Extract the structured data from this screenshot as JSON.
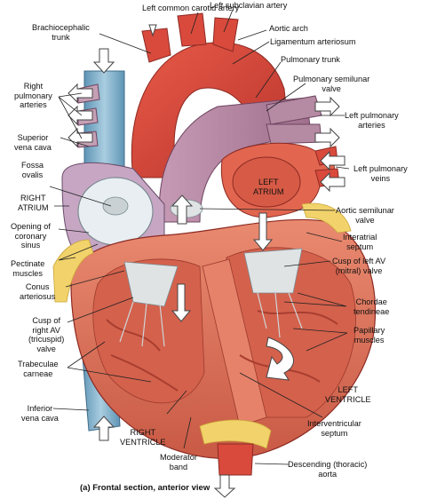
{
  "caption": "(a) Frontal section, anterior view",
  "labels": {
    "left_common_carotid_artery": "Left common carotid artery",
    "left_subclavian_artery": "Left subclavian artery",
    "brachiocephalic_trunk": "Brachiocephalic\ntrunk",
    "aortic_arch": "Aortic arch",
    "ligamentum_arteriosum": "Ligamentum arteriosum",
    "pulmonary_trunk": "Pulmonary trunk",
    "right_pulmonary_arteries": "Right\npulmonary\narteries",
    "pulmonary_semilunar_valve": "Pulmonary semilunar\nvalve",
    "left_pulmonary_arteries": "Left pulmonary\narteries",
    "superior_vena_cava": "Superior\nvena cava",
    "left_pulmonary_veins": "Left pulmonary\nveins",
    "fossa_ovalis": "Fossa\novalis",
    "left_atrium": "LEFT\nATRIUM",
    "right_atrium": "RIGHT\nATRIUM",
    "aortic_semilunar_valve": "Aortic semilunar\nvalve",
    "opening_coronary_sinus": "Opening of\ncoronary\nsinus",
    "interatrial_septum": "Interatrial\nseptum",
    "pectinate_muscles": "Pectinate\nmuscles",
    "cusp_left_av": "Cusp of left AV\n(mitral) valve",
    "conus_arteriosus": "Conus\narteriosus",
    "chordae_tendineae": "Chordae\ntendineae",
    "cusp_right_av": "Cusp of\nright AV\n(tricuspid)\nvalve",
    "papillary_muscles": "Papillary\nmuscles",
    "trabeculae_carneae": "Trabeculae\ncarneae",
    "left_ventricle": "LEFT\nVENTRICLE",
    "inferior_vena_cava": "Inferior\nvena cava",
    "interventricular_septum": "Interventricular\nseptum",
    "right_ventricle": "RIGHT\nVENTRICLE",
    "moderator_band": "Moderator\nband",
    "descending_aorta": "Descending (thoracic)\naorta"
  },
  "colors": {
    "vein_blue": "#7fb0cc",
    "artery_red": "#d9453a",
    "pulmonary_purple": "#b98aa6",
    "myocardium": "#e07a5f",
    "fat_yellow": "#f2d36b",
    "valve_gray": "#d9dedf"
  }
}
